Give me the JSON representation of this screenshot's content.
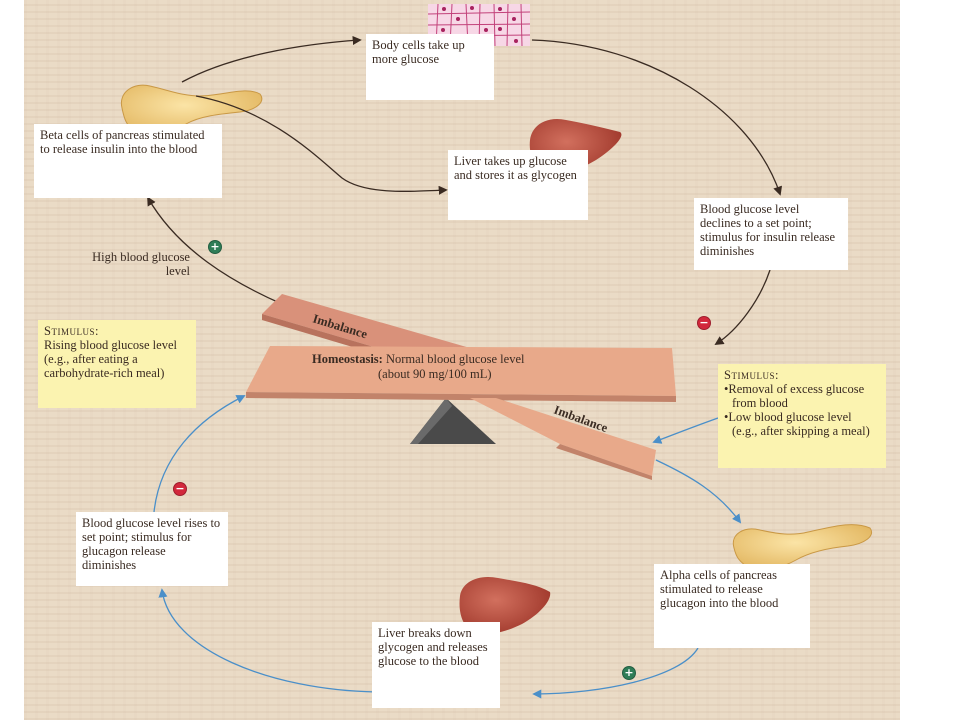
{
  "diagram": {
    "box_body_cells": "Body cells take up more glucose",
    "box_beta_cells": "Beta cells of pancreas stimulated to release insulin into the blood",
    "box_liver_takes": "Liver takes up glucose and stores it as glycogen",
    "box_declines": "Blood glucose level declines to a set point; stimulus for insulin release diminishes",
    "label_high": "High blood glucose level",
    "stimulus_left": {
      "head": "Stimulus:",
      "text": "Rising blood glucose level (e.g., after eating a carbohydrate-rich meal)"
    },
    "stimulus_right": {
      "head": "Stimulus:",
      "items": [
        "Removal of excess glucose from blood",
        "Low blood glucose level (e.g., after skipping a meal)"
      ]
    },
    "plank_imbalance_top": "Imbalance",
    "plank_imbalance_bottom": "Imbalance",
    "homeostasis_bold": "Homeostasis:",
    "homeostasis_rest": " Normal blood glucose level",
    "homeostasis_line2": "(about 90 mg/100 mL)",
    "box_rises": "Blood glucose level rises to set point; stimulus for glucagon release diminishes",
    "box_alpha_cells": "Alpha cells of pancreas stimulated to release glucagon into the blood",
    "box_liver_breaks": "Liver breaks down glycogen and releases glucose to the blood",
    "signs": {
      "plus": "+",
      "minus": "−"
    }
  },
  "colors": {
    "background": "#eadbc6",
    "arrow_dark": "#3a2b22",
    "arrow_blue": "#4a8fc9",
    "plank": "#e8a98a",
    "fulcrum": "#4a4a4a",
    "liver": "#b8473a",
    "pancreas": "#f2cf7c",
    "stimulus_box": "#fbf3b0"
  }
}
